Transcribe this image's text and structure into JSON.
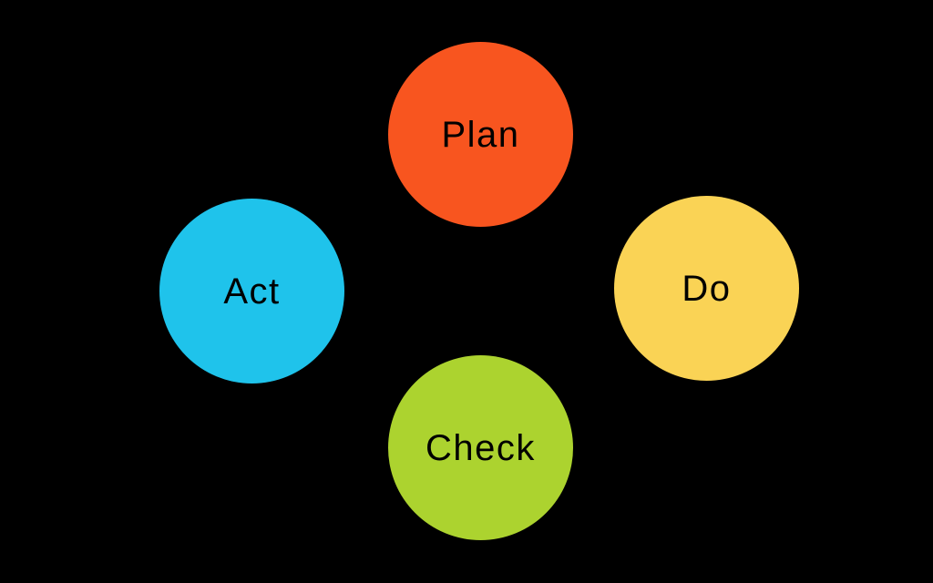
{
  "diagram": {
    "type": "cycle-diagram",
    "background_color": "#000000",
    "label_text_color": "#000000",
    "nodes": [
      {
        "id": "plan",
        "label": "Plan",
        "color": "#F8551F",
        "position": "top"
      },
      {
        "id": "do",
        "label": "Do",
        "color": "#FAD355",
        "position": "right"
      },
      {
        "id": "check",
        "label": "Check",
        "color": "#ACD32F",
        "position": "bottom"
      },
      {
        "id": "act",
        "label": "Act",
        "color": "#1FC3EB",
        "position": "left"
      }
    ]
  }
}
